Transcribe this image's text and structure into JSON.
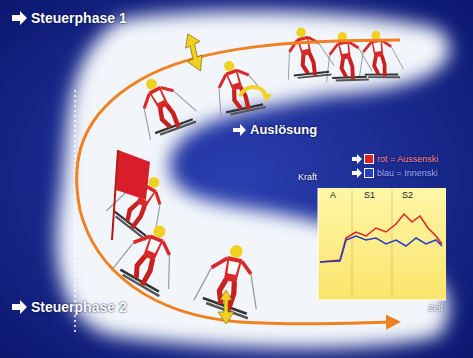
{
  "diagram": {
    "labels": [
      "Steuerphase 1",
      "Auslösung",
      "Steuerphase 2",
      "Kraft",
      "Zeit",
      "A",
      "S1",
      "S2"
    ],
    "legend": [
      {
        "text": "rot = Aussenski",
        "color": "#e02020"
      },
      {
        "text": "blau = Innenski",
        "color": "#2040c8"
      }
    ]
  }
}
